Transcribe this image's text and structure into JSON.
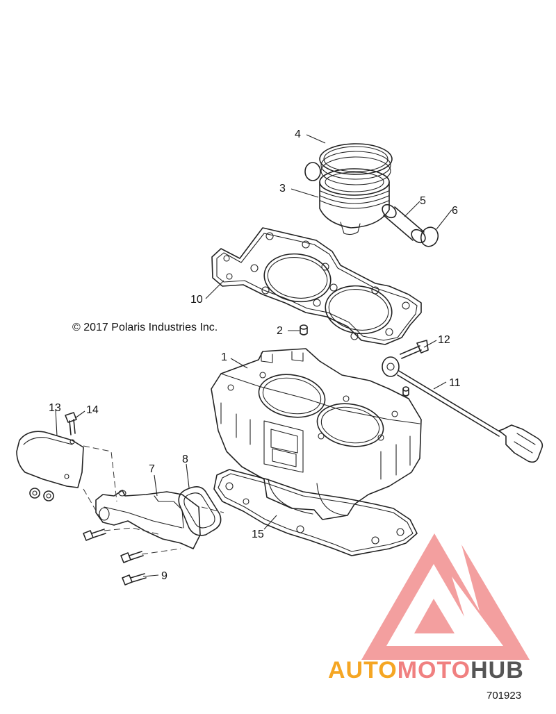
{
  "copyright": "© 2017 Polaris Industries Inc.",
  "figure_number": "701923",
  "callouts": [
    {
      "id": "1",
      "label": "1"
    },
    {
      "id": "2",
      "label": "2"
    },
    {
      "id": "3",
      "label": "3"
    },
    {
      "id": "4",
      "label": "4"
    },
    {
      "id": "5",
      "label": "5"
    },
    {
      "id": "6",
      "label": "6"
    },
    {
      "id": "7",
      "label": "7"
    },
    {
      "id": "8",
      "label": "8"
    },
    {
      "id": "9",
      "label": "9"
    },
    {
      "id": "10",
      "label": "10"
    },
    {
      "id": "11",
      "label": "11"
    },
    {
      "id": "12",
      "label": "12"
    },
    {
      "id": "13",
      "label": "13"
    },
    {
      "id": "14",
      "label": "14"
    },
    {
      "id": "15",
      "label": "15"
    }
  ],
  "watermark": {
    "part1": "AUTO",
    "part2": "MOTO",
    "part3": "HUB",
    "color_orange": "#f5a623",
    "color_pink": "#f08080",
    "color_gray": "#555555"
  }
}
